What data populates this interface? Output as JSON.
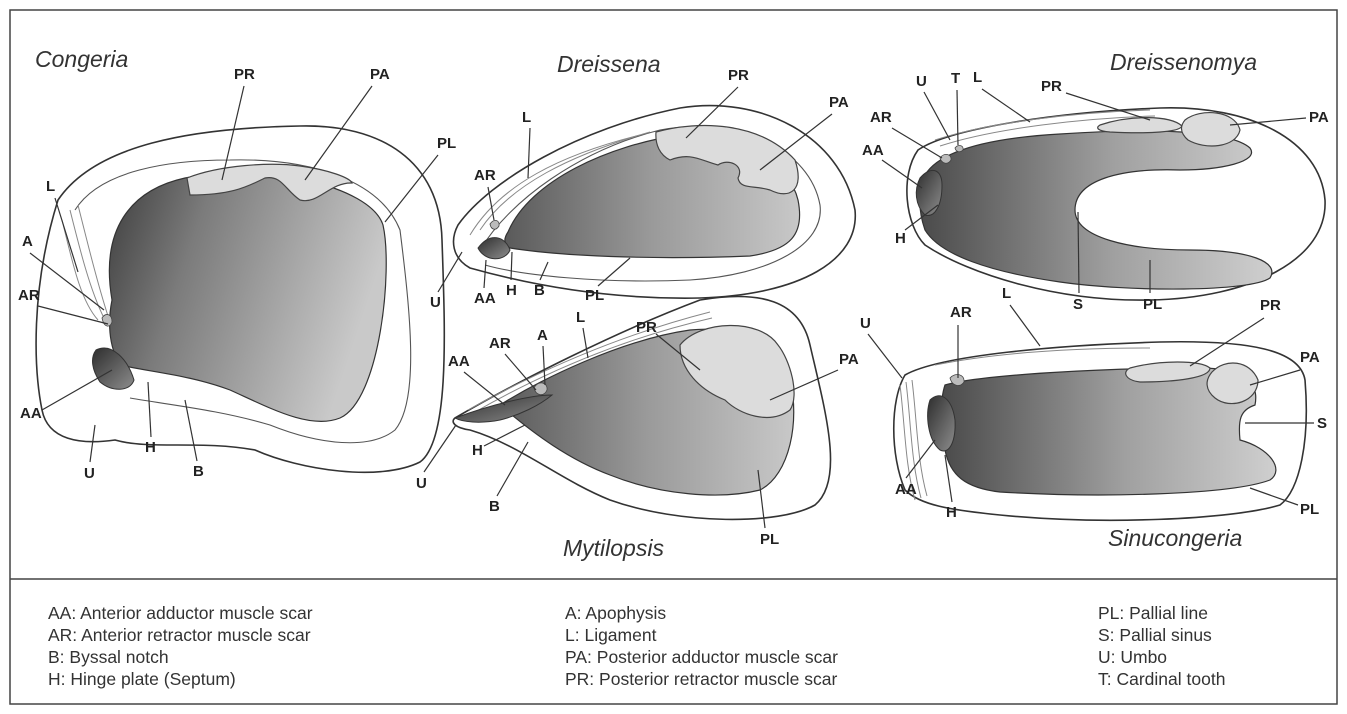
{
  "genera": {
    "congeria": "Congeria",
    "dreissena": "Dreissena",
    "dreissenomya": "Dreissenomya",
    "mytilopsis": "Mytilopsis",
    "sinucongeria": "Sinucongeria"
  },
  "labels": {
    "AA": "AA",
    "AR": "AR",
    "A": "A",
    "B": "B",
    "H": "H",
    "L": "L",
    "PA": "PA",
    "PR": "PR",
    "PL": "PL",
    "S": "S",
    "U": "U",
    "T": "T"
  },
  "legend": {
    "col1": [
      "AA: Anterior adductor muscle scar",
      "AR: Anterior retractor muscle scar",
      "B: Byssal notch",
      "H: Hinge plate (Septum)"
    ],
    "col2": [
      "A: Apophysis",
      "L: Ligament",
      "PA: Posterior adductor muscle scar",
      "PR: Posterior retractor muscle scar"
    ],
    "col3": [
      "PL: Pallial line",
      "S: Pallial sinus",
      "U: Umbo",
      "T: Cardinal tooth"
    ]
  }
}
